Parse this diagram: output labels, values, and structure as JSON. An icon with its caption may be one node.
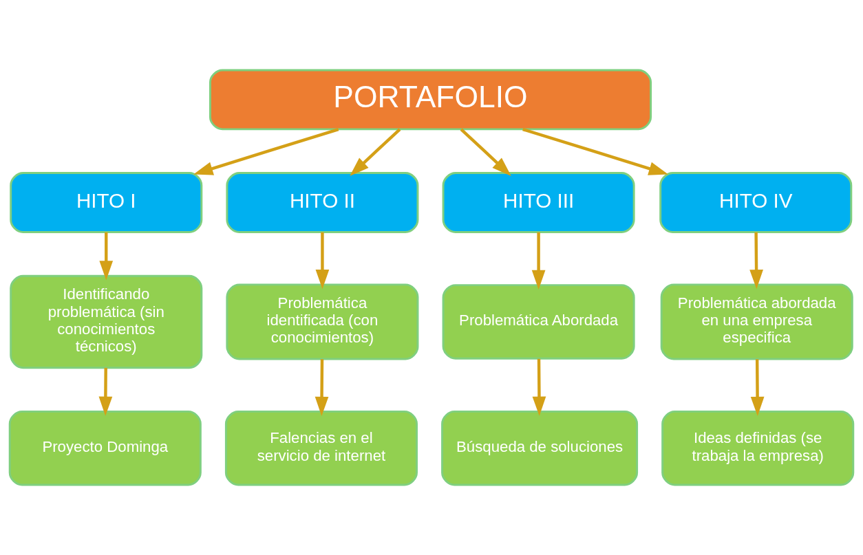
{
  "diagram": {
    "nodes": [
      {
        "text": [
          "PORTAFOLIO"
        ]
      },
      {
        "text": [
          "HITO I"
        ]
      },
      {
        "text": [
          "HITO II"
        ]
      },
      {
        "text": [
          "HITO III"
        ]
      },
      {
        "text": [
          "HITO IV"
        ]
      },
      {
        "text": [
          "Identificando problemática (sin conocimientos técnicos)"
        ]
      },
      {
        "text": [
          "Problemática identificada (con conocimientos)"
        ]
      },
      {
        "text": [
          "Problemática Abordada"
        ]
      },
      {
        "text": [
          "Problemática abordada en una empresa especifica"
        ]
      },
      {
        "text": [
          "Proyecto Dominga"
        ]
      },
      {
        "text": [
          "Falencias en el servicio de internet"
        ]
      },
      {
        "text": [
          "Búsqueda de soluciones"
        ]
      },
      {
        "text": [
          "Ideas definidas (se trabaja la empresa)"
        ]
      }
    ],
    "edges": [
      {
        "from": 0,
        "to": 1,
        "arrow": "to"
      },
      {
        "from": 0,
        "to": 2,
        "arrow": "to"
      },
      {
        "from": 0,
        "to": 3,
        "arrow": "to"
      },
      {
        "from": 0,
        "to": 4,
        "arrow": "to"
      },
      {
        "from": 1,
        "to": 5,
        "arrow": "to"
      },
      {
        "from": 2,
        "to": 6,
        "arrow": "to"
      },
      {
        "from": 3,
        "to": 7,
        "arrow": "to"
      },
      {
        "from": 4,
        "to": 8,
        "arrow": "to"
      },
      {
        "from": 5,
        "to": 9,
        "arrow": "to"
      },
      {
        "from": 6,
        "to": 10,
        "arrow": "to"
      },
      {
        "from": 7,
        "to": 11,
        "arrow": "to"
      },
      {
        "from": 8,
        "to": 12,
        "arrow": "to"
      }
    ]
  }
}
